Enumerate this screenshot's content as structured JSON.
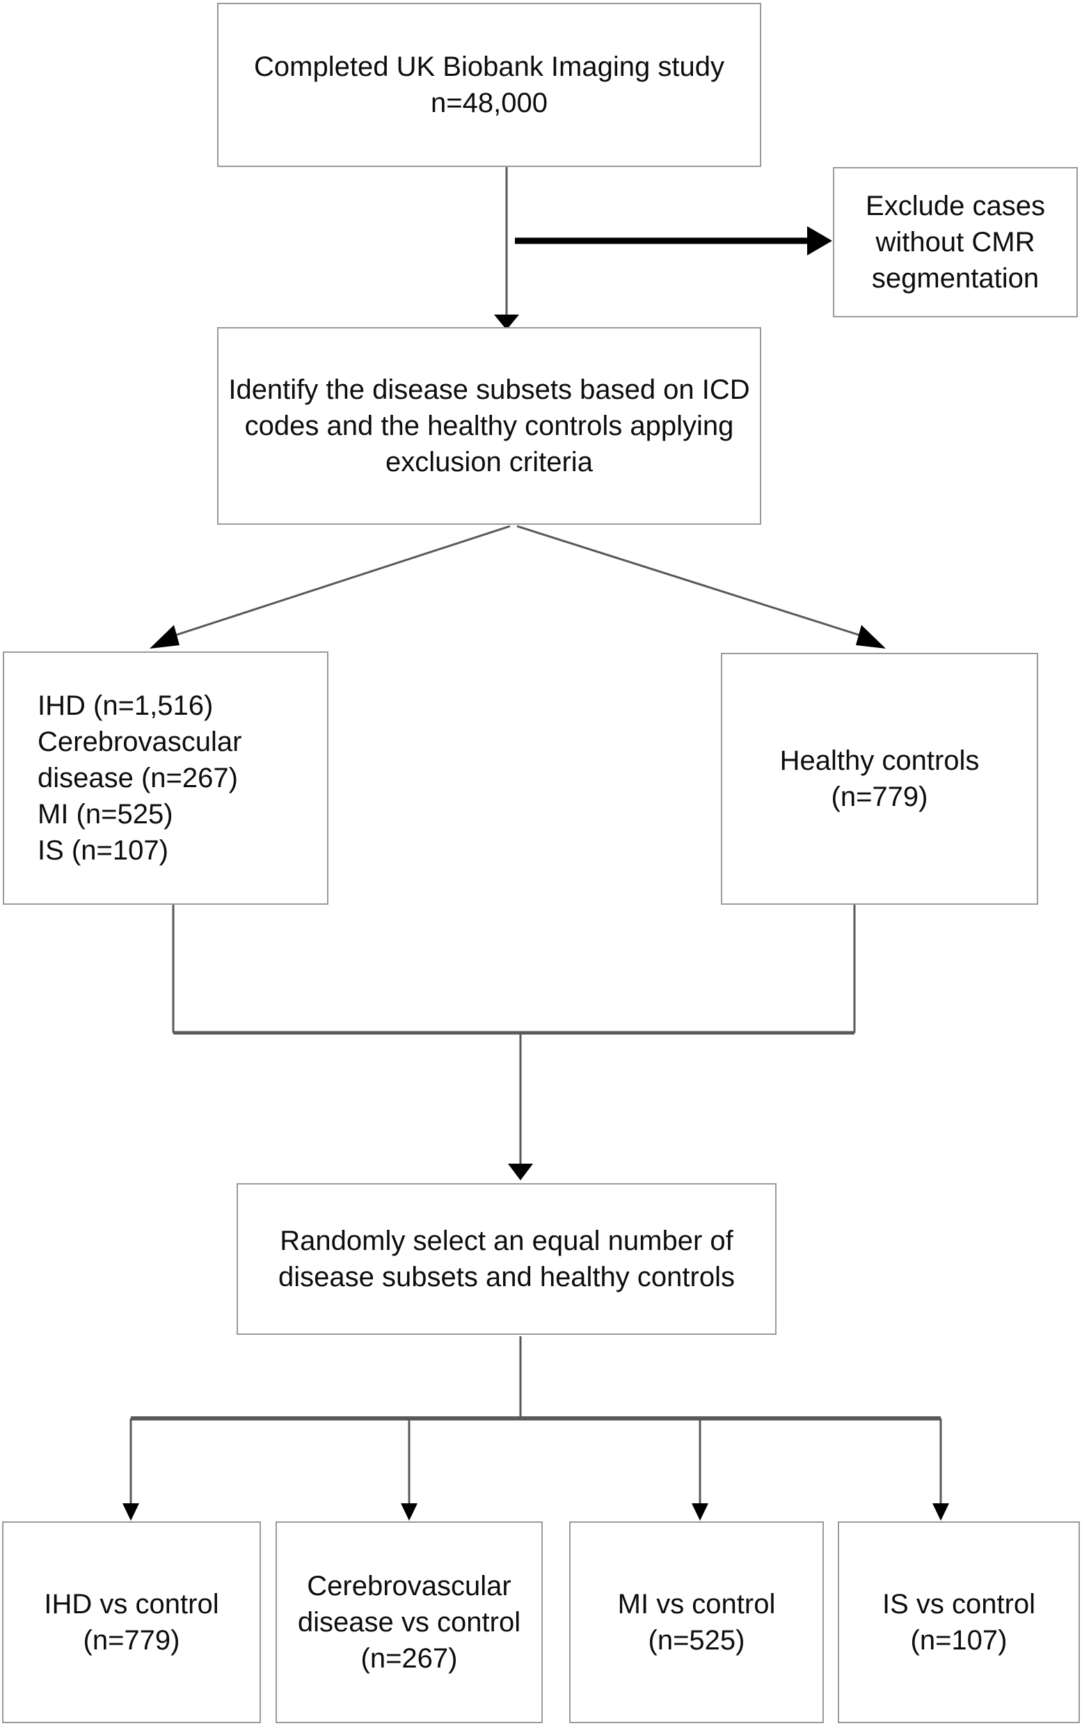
{
  "diagram": {
    "type": "flowchart",
    "title": "UK Biobank Imaging study participant selection flowchart",
    "colors": {
      "box_border": "#9a9a9a",
      "box_fill": "#ffffff",
      "text": "#0d0d0d",
      "connector": "#595959",
      "bold_connector": "#000000"
    },
    "nodes": [
      {
        "id": "top",
        "label": "Completed UK Biobank Imaging study\nn=48,000",
        "line1": "Completed UK Biobank Imaging",
        "line2": "study",
        "line3": "n=48,000"
      },
      {
        "id": "exclude",
        "label": "Exclude cases without CMR segmentation",
        "line1": "Exclude cases",
        "line2": "without CMR",
        "line3": "segmentation"
      },
      {
        "id": "identify",
        "label": "Identify the disease subsets based on ICD codes and the healthy controls applying exclusion criteria",
        "line1": "Identify the disease subsets based",
        "line2": "on ICD codes and the healthy",
        "line3": "controls applying exclusion criteria"
      },
      {
        "id": "disease-subsets",
        "label": "IHD (n=1,516)\nCerebrovascular disease (n=267)\nMI (n=525)\nIS (n=107)",
        "line1": "IHD (n=1,516)",
        "line2": "Cerebrovascular",
        "line3": "disease (n=267)",
        "line4": "MI (n=525)",
        "line5": "IS (n=107)"
      },
      {
        "id": "healthy-controls",
        "label": "Healthy controls (n=779)",
        "line1": "Healthy controls",
        "line2": "(n=779)"
      },
      {
        "id": "randomly-select",
        "label": "Randomly select an equal number of disease subsets and healthy controls",
        "line1": "Randomly select an equal number",
        "line2": "of disease subsets and healthy",
        "line3": "controls"
      },
      {
        "id": "out-ihd",
        "label": "IHD vs control (n=779)",
        "line1": "IHD vs control",
        "line2": "(n=779)"
      },
      {
        "id": "out-cerebro",
        "label": "Cerebrovascular disease vs control (n=267)",
        "line1": "Cerebrovascular",
        "line2": "disease vs",
        "line3": "control",
        "line4": "(n=267)"
      },
      {
        "id": "out-mi",
        "label": "MI vs control (n=525)",
        "line1": "MI vs control",
        "line2": "(n=525)"
      },
      {
        "id": "out-is",
        "label": "IS vs control (n=107)",
        "line1": "IS vs control",
        "line2": "(n=107)"
      }
    ],
    "edges": [
      {
        "from": "top",
        "to": "identify",
        "style": "straight-arrow"
      },
      {
        "from": "top",
        "to": "exclude",
        "style": "bold-right-arrow"
      },
      {
        "from": "identify",
        "to": "disease-subsets",
        "style": "diagonal-arrow"
      },
      {
        "from": "identify",
        "to": "healthy-controls",
        "style": "diagonal-arrow"
      },
      {
        "from": "disease-subsets",
        "to": "randomly-select",
        "style": "elbow-merge"
      },
      {
        "from": "healthy-controls",
        "to": "randomly-select",
        "style": "elbow-merge"
      },
      {
        "from": "randomly-select",
        "to": "out-ihd",
        "style": "bus-split-arrow"
      },
      {
        "from": "randomly-select",
        "to": "out-cerebro",
        "style": "bus-split-arrow"
      },
      {
        "from": "randomly-select",
        "to": "out-mi",
        "style": "bus-split-arrow"
      },
      {
        "from": "randomly-select",
        "to": "out-is",
        "style": "bus-split-arrow"
      }
    ]
  }
}
